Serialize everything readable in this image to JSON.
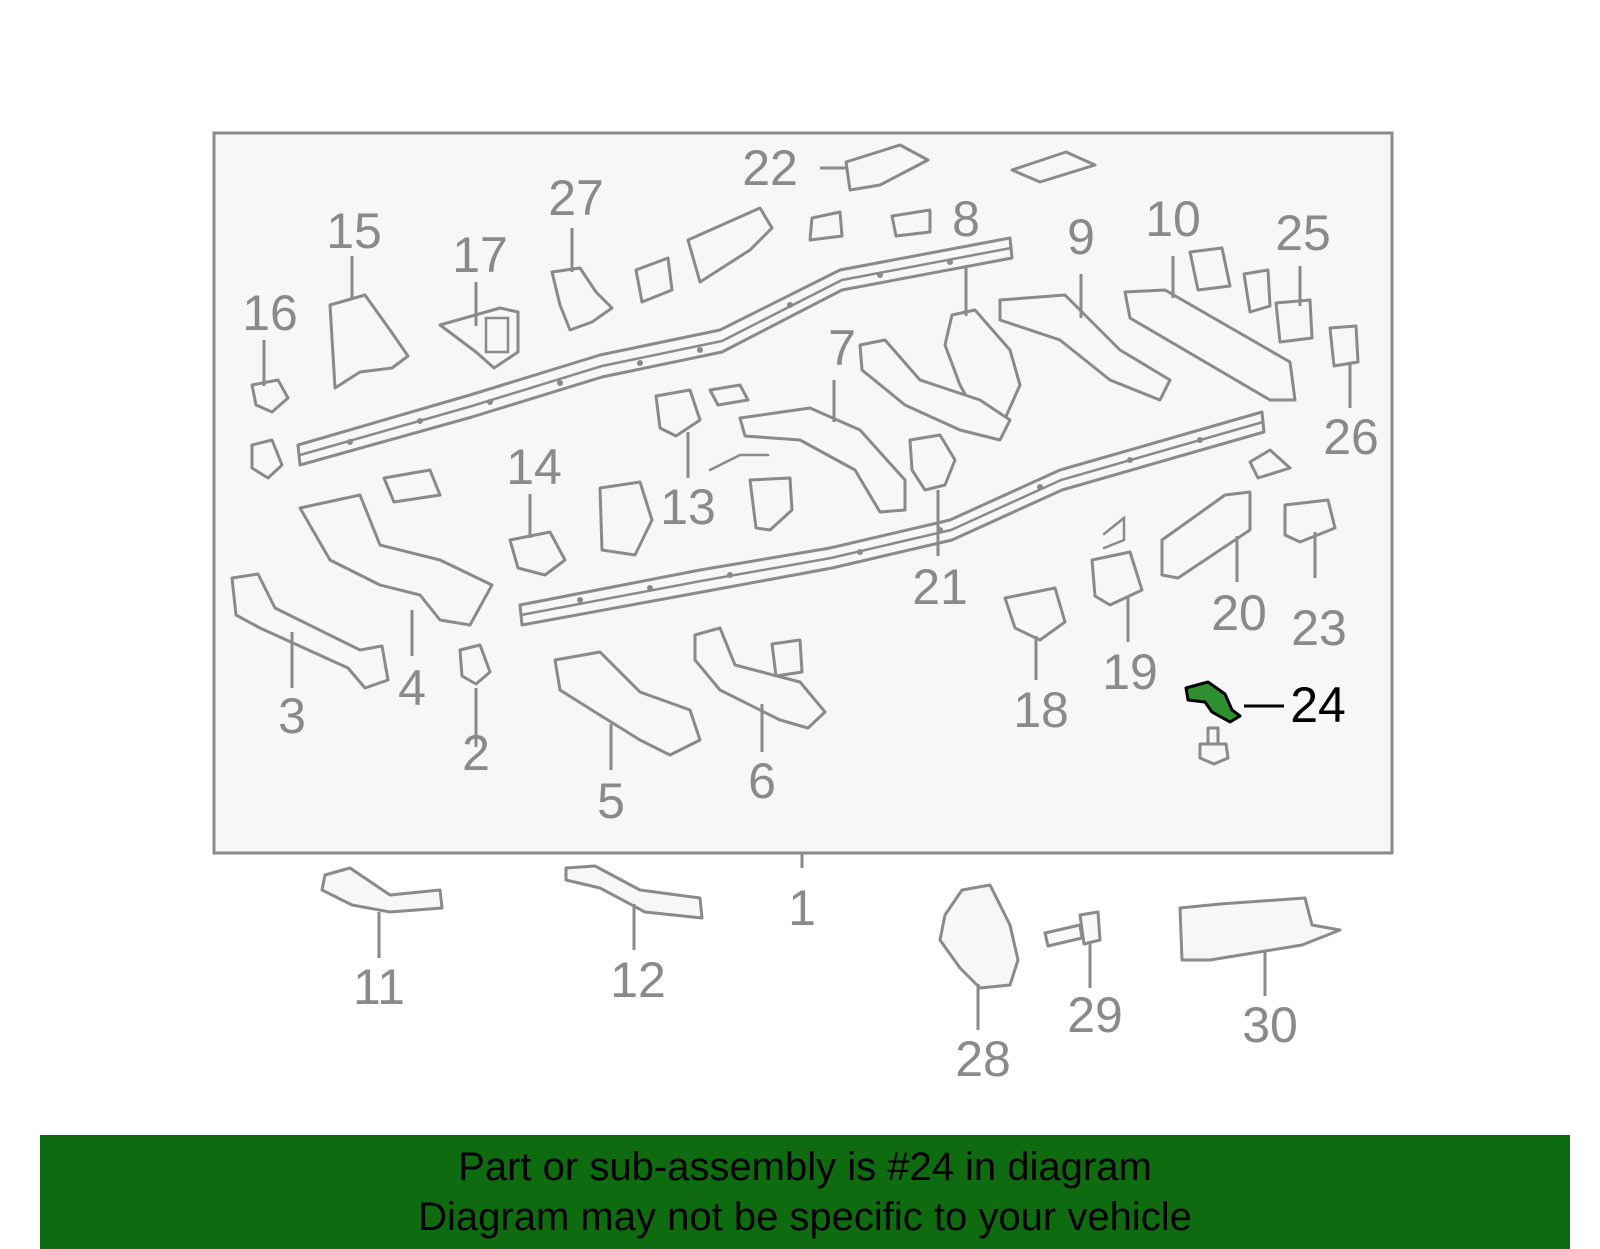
{
  "diagram": {
    "highlight_part": "24",
    "colors": {
      "line": "#8a8a8a",
      "panel_fill": "#f7f7f7",
      "highlight_fill": "#2f8f2f",
      "highlight_text": "#000000",
      "banner": "#0f6b0f"
    },
    "callouts": {
      "c1": "1",
      "c2": "2",
      "c3": "3",
      "c4": "4",
      "c5": "5",
      "c6": "6",
      "c7": "7",
      "c8": "8",
      "c9": "9",
      "c10": "10",
      "c11": "11",
      "c12": "12",
      "c13": "13",
      "c14": "14",
      "c15": "15",
      "c16": "16",
      "c17": "17",
      "c18": "18",
      "c19": "19",
      "c20": "20",
      "c21": "21",
      "c22": "22",
      "c23": "23",
      "c24": "24",
      "c25": "25",
      "c26": "26",
      "c27": "27",
      "c28": "28",
      "c29": "29",
      "c30": "30"
    }
  },
  "banner": {
    "line1": "Part or sub-assembly is #24 in diagram",
    "line2": "Diagram may not be specific to your vehicle"
  }
}
